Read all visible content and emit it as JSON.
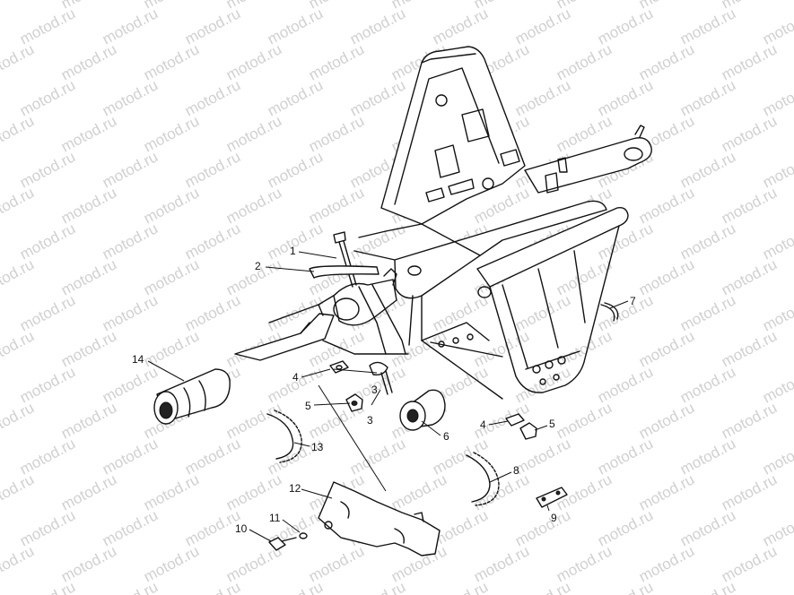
{
  "watermark": "motod.ru",
  "colors": {
    "ink": "#111111",
    "watermark": "#d0d0d0",
    "background": "#ffffff"
  },
  "callouts": [
    "1",
    "2",
    "3",
    "3",
    "4",
    "4",
    "5",
    "5",
    "6",
    "7",
    "8",
    "9",
    "10",
    "11",
    "12",
    "13",
    "14"
  ]
}
